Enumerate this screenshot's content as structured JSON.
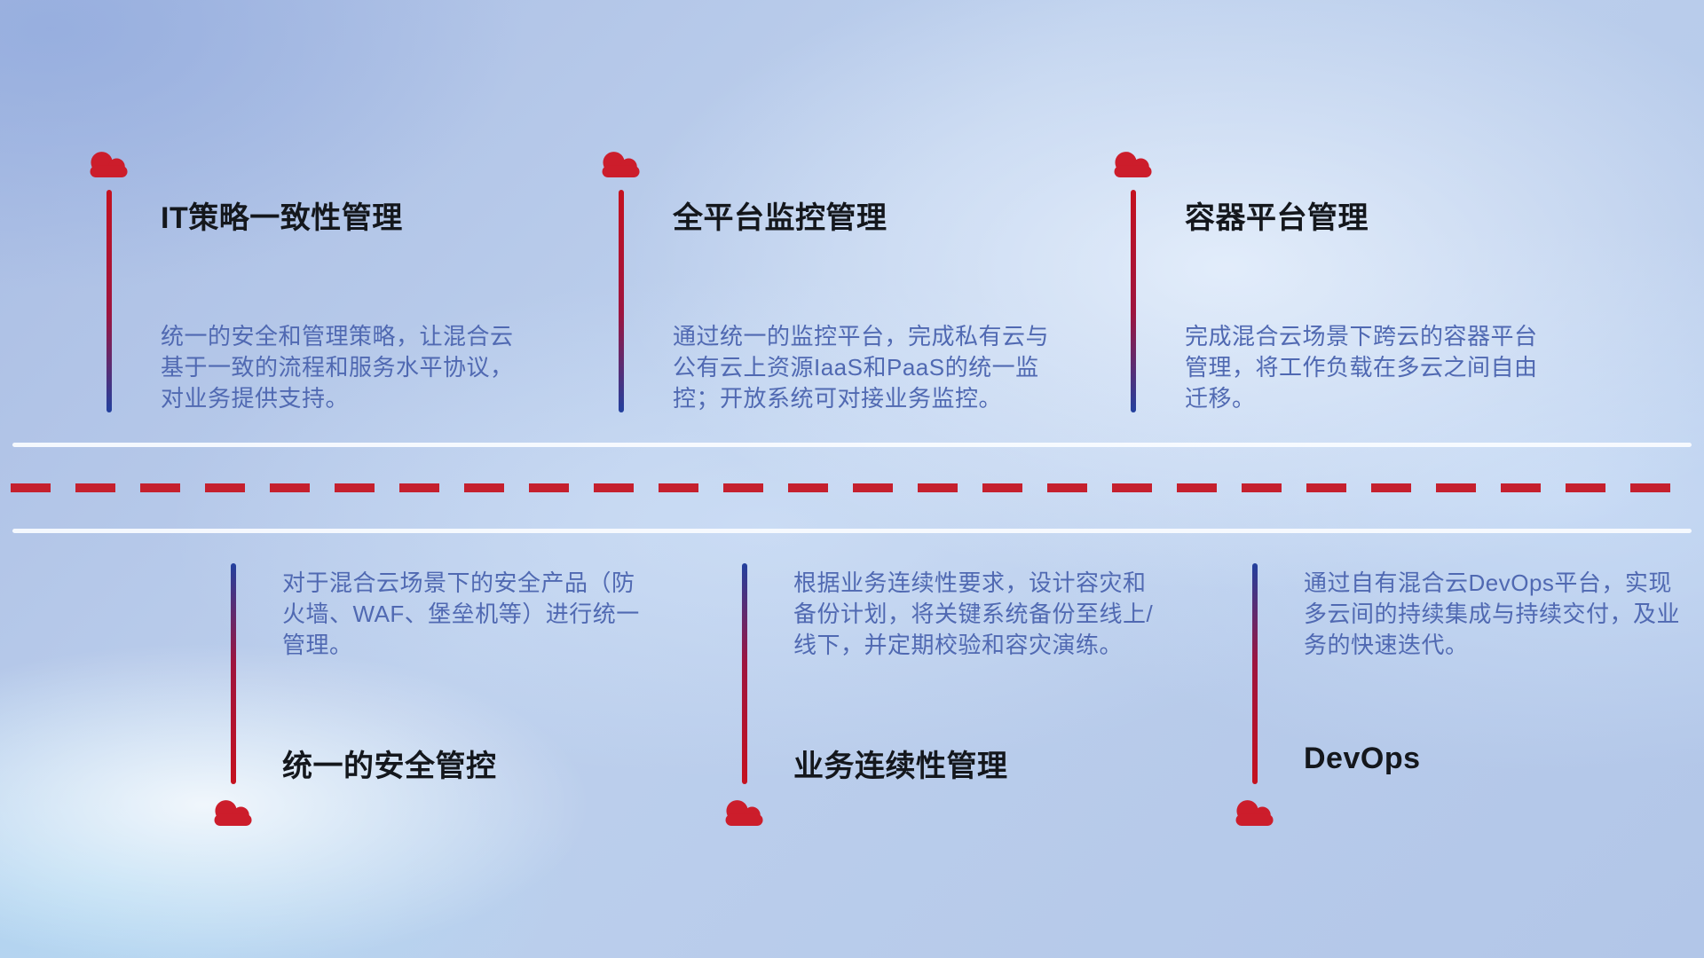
{
  "colors": {
    "accent_red": "#c5202e",
    "line_blue": "#22409e",
    "description_text": "#5069b2",
    "title_text": "#14171c",
    "timeline_white": "#fafcff"
  },
  "timeline": {
    "top_items": [
      {
        "title": "IT策略一致性管理",
        "description": "统一的安全和管理策略，让混合云基于一致的流程和服务水平协议，对业务提供支持。"
      },
      {
        "title": "全平台监控管理",
        "description": "通过统一的监控平台，完成私有云与公有云上资源IaaS和PaaS的统一监控；开放系统可对接业务监控。"
      },
      {
        "title": "容器平台管理",
        "description": "完成混合云场景下跨云的容器平台管理，将工作负载在多云之间自由迁移。"
      }
    ],
    "bottom_items": [
      {
        "title": "统一的安全管控",
        "description": "对于混合云场景下的安全产品（防火墙、WAF、堡垒机等）进行统一管理。"
      },
      {
        "title": "业务连续性管理",
        "description": "根据业务连续性要求，设计容灾和备份计划，将关键系统备份至线上/线下，并定期校验和容灾演练。"
      },
      {
        "title": "DevOps",
        "description": "通过自有混合云DevOps平台，实现多云间的持续集成与持续交付，及业务的快速迭代。"
      }
    ]
  }
}
